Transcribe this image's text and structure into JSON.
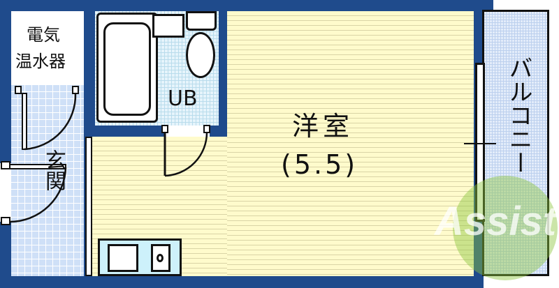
{
  "floor_plan": {
    "rooms": {
      "western_room": {
        "name": "洋室",
        "size": "(5.5)"
      },
      "unit_bath": {
        "name": "UB"
      },
      "entrance": {
        "name": "玄関"
      },
      "balcony": {
        "name": "バルコニー"
      },
      "water_heater": {
        "line1": "電気",
        "line2": "温水器"
      }
    },
    "watermark": {
      "text": "Assist"
    },
    "colors": {
      "wall": "#1f4b8c",
      "room_floor": "#fffbcc",
      "entrance_floor": "#cfe0f7",
      "bath_floor": "#e6f4fb",
      "balcony_floor": "#e3ecfa",
      "watermark_green": "#8cc63f"
    }
  }
}
